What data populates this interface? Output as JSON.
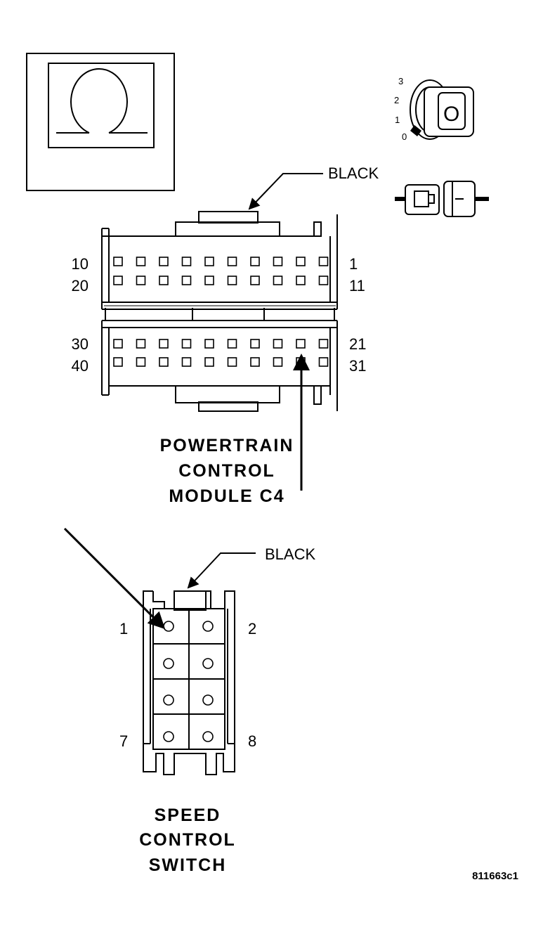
{
  "ohm_symbol": "Ω",
  "ignition": {
    "positions": [
      "3",
      "2",
      "1",
      "0"
    ],
    "key_letter": "O"
  },
  "pcm": {
    "color_label": "BLACK",
    "pin_labels": {
      "row1_left": "10",
      "row1_right": "1",
      "row2_left": "20",
      "row2_right": "11",
      "row3_left": "30",
      "row3_right": "21",
      "row4_left": "40",
      "row4_right": "31"
    },
    "title_lines": [
      "POWERTRAIN",
      "CONTROL",
      "MODULE C4"
    ]
  },
  "speed_switch": {
    "color_label": "BLACK",
    "pin_labels": {
      "top_left": "1",
      "top_right": "2",
      "bottom_left": "7",
      "bottom_right": "8"
    },
    "title_lines": [
      "SPEED",
      "CONTROL",
      "SWITCH"
    ]
  },
  "figure_id": "811663c1"
}
